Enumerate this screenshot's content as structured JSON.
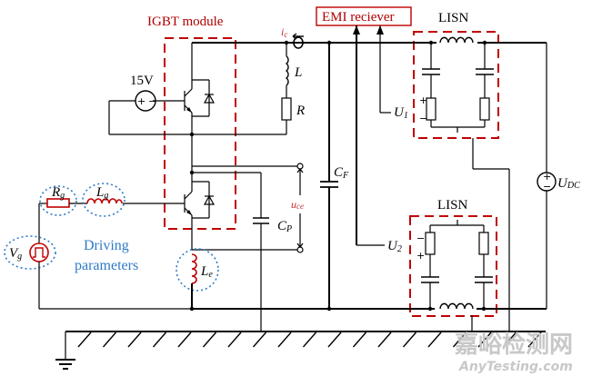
{
  "diagram": {
    "title": "IGBT double-pulse test circuit with EMI measurement",
    "labels": {
      "igbt_module": "IGBT module",
      "emi_receiver": "EMI reciever",
      "lisn_top": "LISN",
      "lisn_bottom": "LISN",
      "source_15v": "15V",
      "inductor_L": "L",
      "resistor_R": "R",
      "current_ic_main": "i",
      "current_ic_sub": "c",
      "cap_F_main": "C",
      "cap_F_sub": "F",
      "cap_P_main": "C",
      "cap_P_sub": "P",
      "uce_main": "u",
      "uce_sub": "ce",
      "udc_main": "U",
      "udc_sub": "DC",
      "u1_main": "U",
      "u1_sub": "1",
      "u2_main": "U",
      "u2_sub": "2",
      "rg_main": "R",
      "rg_sub": "g",
      "lg_main": "L",
      "lg_sub": "g",
      "vg_main": "V",
      "vg_sub": "g",
      "le_main": "L",
      "le_sub": "e",
      "driving_line1": "Driving",
      "driving_line2": "parameters",
      "plus": "+",
      "minus": "−"
    },
    "watermark": {
      "cn": "嘉峪检测网",
      "en": "AnyTesting.com"
    },
    "colors": {
      "wire": "#000000",
      "module_box": "#c00000",
      "driving_highlight": "#2e7bc6",
      "emi_box": "#c00000"
    }
  }
}
